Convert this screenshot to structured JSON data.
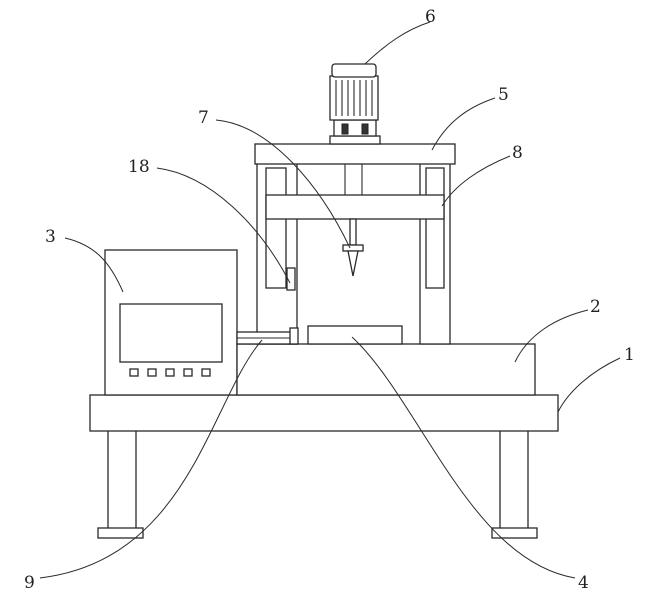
{
  "figure": {
    "labels": {
      "l1": "1",
      "l2": "2",
      "l3": "3",
      "l4": "4",
      "l5": "5",
      "l6": "6",
      "l7": "7",
      "l8": "8",
      "l9": "9",
      "l18": "18"
    }
  }
}
